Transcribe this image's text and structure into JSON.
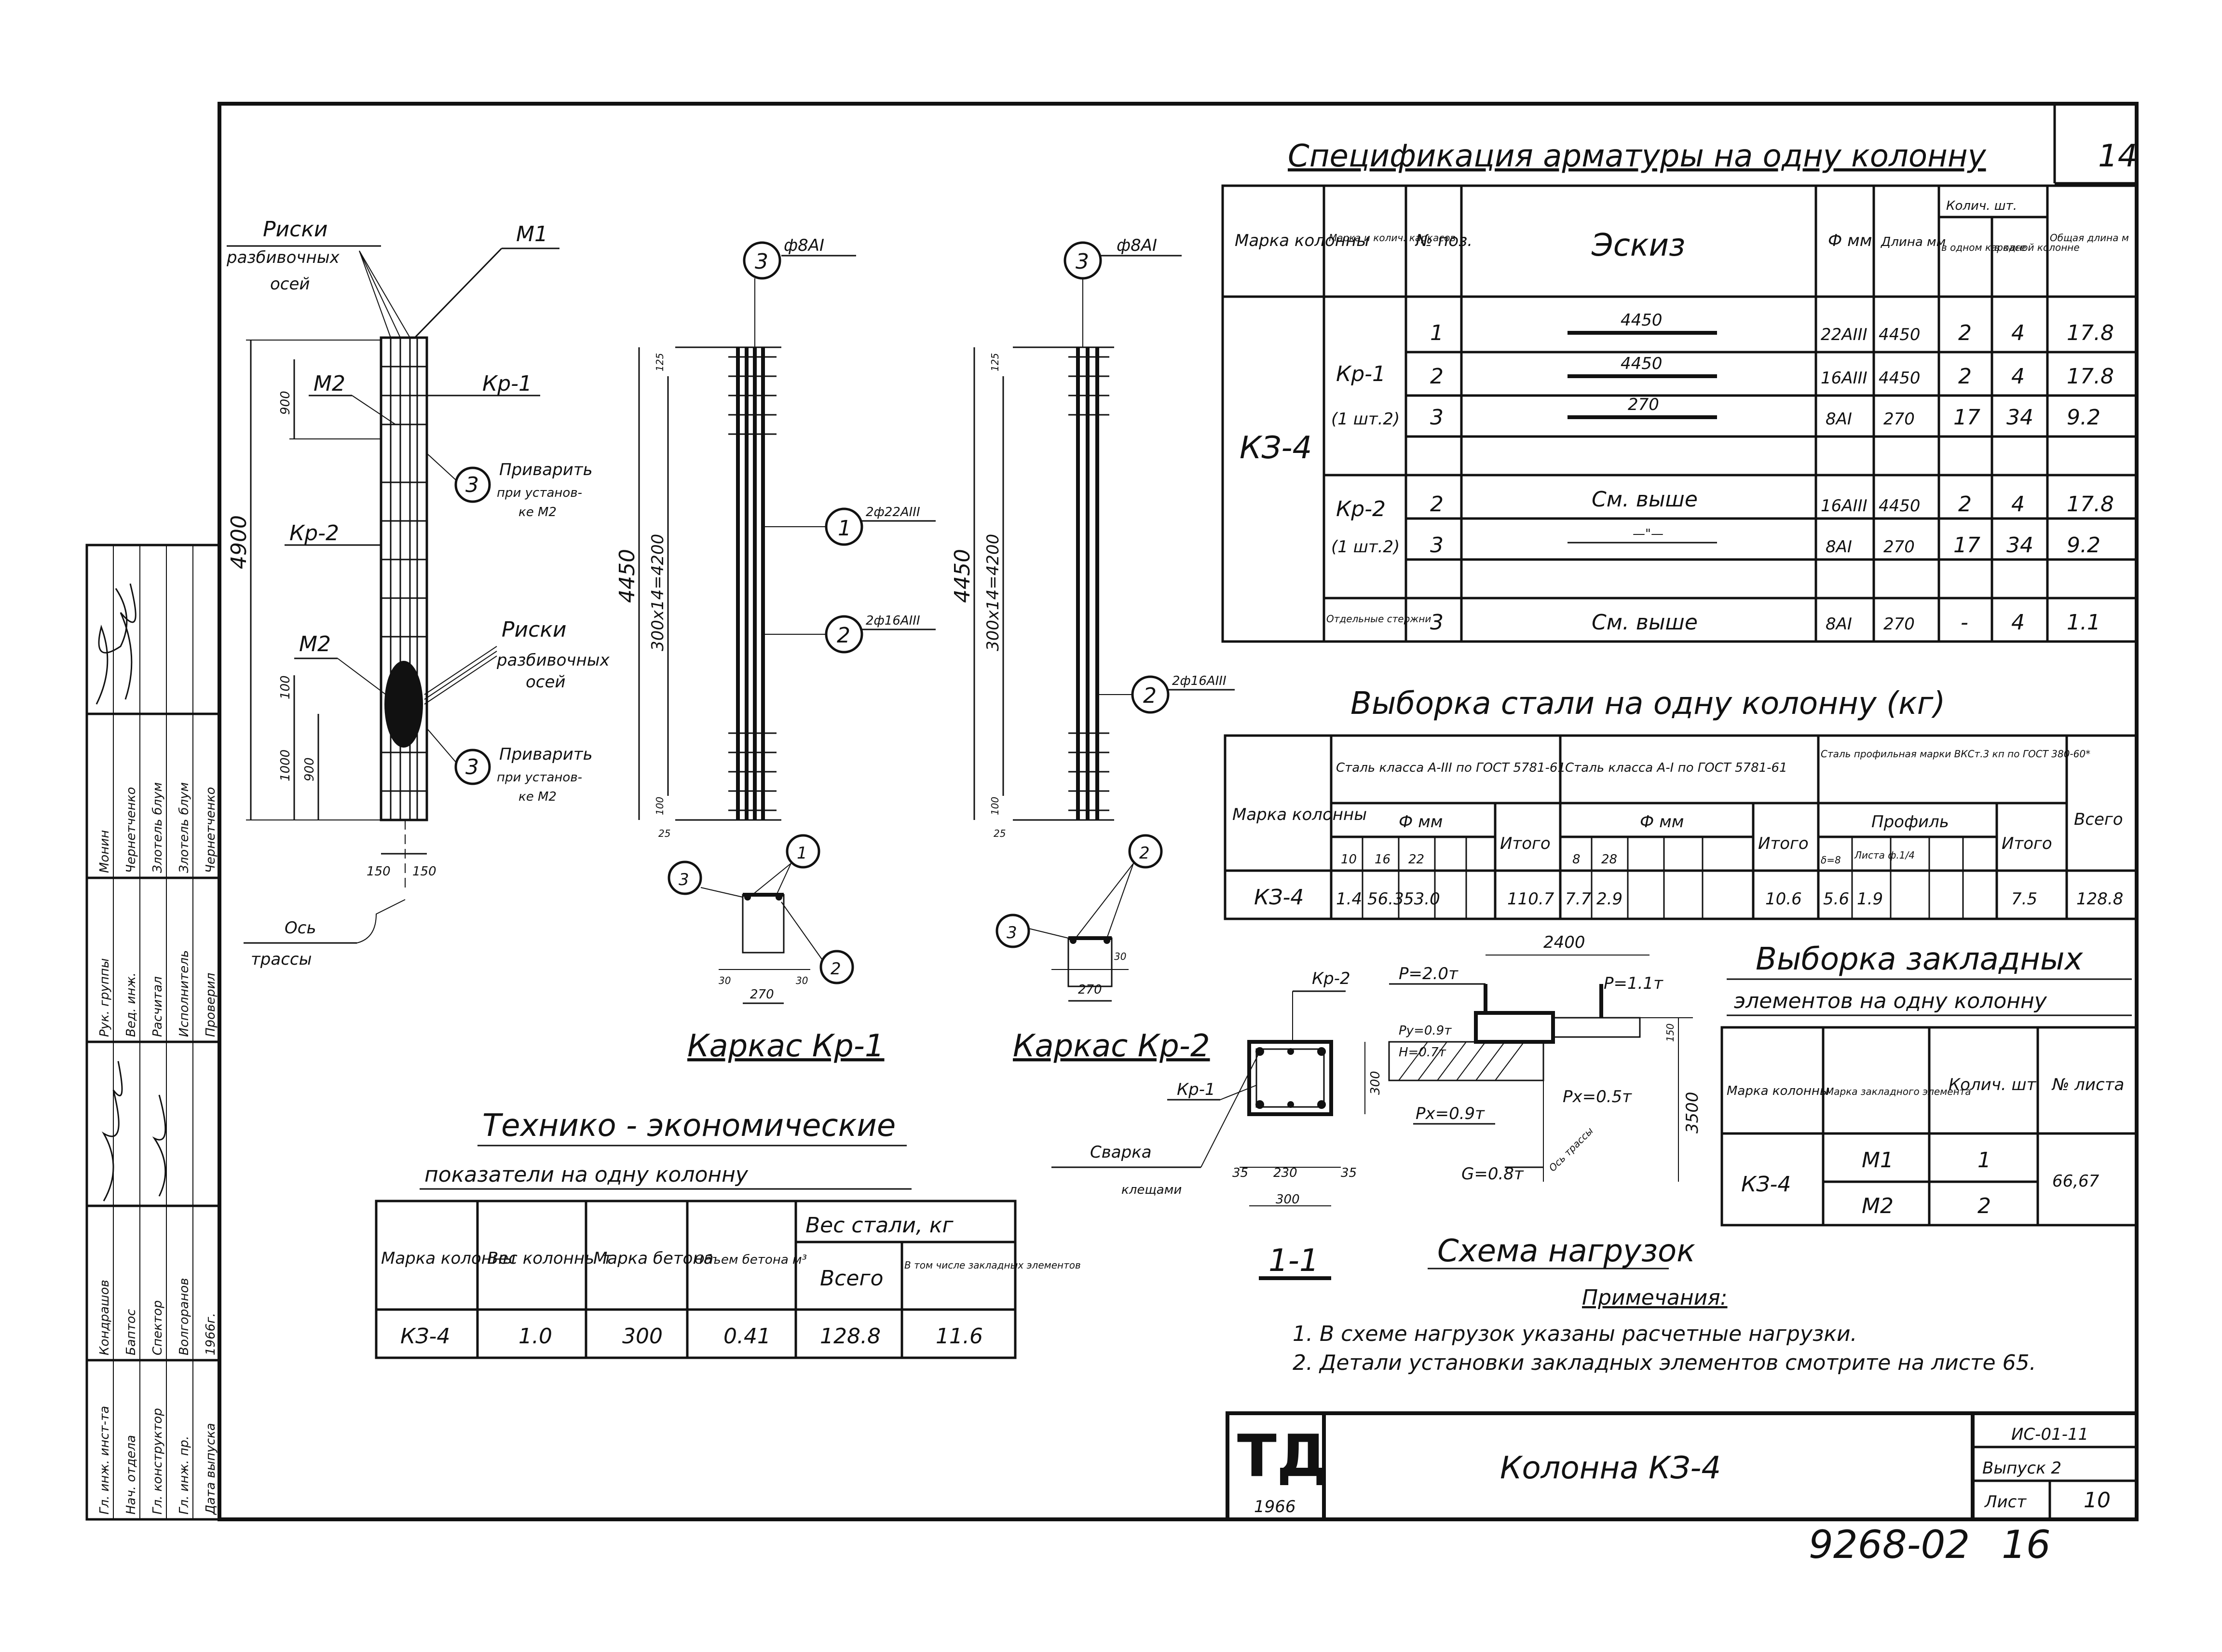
{
  "sheet": {
    "page_no": "14",
    "drawing_title": "Колонна КЗ-4",
    "series": "ИС-01-11",
    "issue": "Выпуск 2",
    "sheet_label": "Лист",
    "sheet_no": "10",
    "logo_text": "ТД",
    "logo_year": "1966",
    "archive_no": "9268-02",
    "archive_page": "16",
    "colors": {
      "ink": "#111111",
      "paper": "#ffffff"
    }
  },
  "title_block": {
    "roles": [
      "Гл. инж. инст-та",
      "Нач. отдела",
      "Гл. конструктор",
      "Гл. инж. пр.",
      "Дата выпуска",
      "Рук. группы",
      "Вед. инж.",
      "Расчитал",
      "Исполнитель",
      "Проверил"
    ],
    "names": [
      "Кондрашов",
      "Баптос",
      "Спектор",
      "Волгоранов",
      "",
      "Монин",
      "Чернетченко",
      "Злотель блум",
      "Злотель блум",
      "Чернетченко"
    ],
    "issue_year": "1966г."
  },
  "spec": {
    "title": "Спецификация арматуры на одну колонну",
    "headers": [
      "Марка колонны",
      "Марка и колич. каркасов",
      "№ поз.",
      "Эскиз",
      "Ф мм",
      "Длина мм",
      "Колич. шт.",
      "Общая длина м"
    ],
    "sub_headers": [
      "в одном каркасе",
      "в одной колонне"
    ],
    "column_mark": "КЗ-4",
    "groups": [
      {
        "frame": "Кр-1",
        "count": "(1 шт.2)",
        "rows": [
          {
            "pos": "1",
            "sketch": "4450",
            "dia": "22АIII",
            "length": "4450",
            "per_frame": "2",
            "per_col": "4",
            "total": "17.8"
          },
          {
            "pos": "2",
            "sketch": "4450",
            "dia": "16АIII",
            "length": "4450",
            "per_frame": "2",
            "per_col": "4",
            "total": "17.8"
          },
          {
            "pos": "3",
            "sketch": "270",
            "dia": "8АI",
            "length": "270",
            "per_frame": "17",
            "per_col": "34",
            "total": "9.2"
          }
        ]
      },
      {
        "frame": "Кр-2",
        "count": "(1 шт.2)",
        "rows": [
          {
            "pos": "2",
            "sketch": "См. выше",
            "dia": "16АIII",
            "length": "4450",
            "per_frame": "2",
            "per_col": "4",
            "total": "17.8"
          },
          {
            "pos": "3",
            "sketch": "—\"—",
            "dia": "8АI",
            "length": "270",
            "per_frame": "17",
            "per_col": "34",
            "total": "9.2"
          }
        ]
      },
      {
        "frame": "Отдельные стержни",
        "count": "",
        "rows": [
          {
            "pos": "3",
            "sketch": "См. выше",
            "dia": "8АI",
            "length": "270",
            "per_frame": "-",
            "per_col": "4",
            "total": "1.1"
          }
        ]
      }
    ]
  },
  "steel": {
    "title": "Выборка стали на одну колонну (кг)",
    "col_mark": "Марка колонны",
    "group_a3": "Сталь класса А-III по ГОСТ 5781-61",
    "group_a1": "Сталь класса А-I по ГОСТ 5781-61",
    "group_prof": "Сталь профильная марки ВКСт.3 кп по ГОСТ 380-60*",
    "dia_label": "Ф мм",
    "prof_label": "Профиль",
    "total_label": "Итого",
    "grand_label": "Всего",
    "a3_dias": [
      "10",
      "16",
      "22"
    ],
    "a1_dias": [
      "8",
      "28"
    ],
    "prof_types": [
      "δ=8",
      "Листа ф.1/4"
    ],
    "row": {
      "mark": "КЗ-4",
      "a3": [
        "1.4",
        "56.3",
        "53.0"
      ],
      "a3_total": "110.7",
      "a1": [
        "7.7",
        "2.9"
      ],
      "a1_total": "10.6",
      "prof": [
        "5.6",
        "1.9"
      ],
      "prof_total": "7.5",
      "grand": "128.8"
    }
  },
  "embed": {
    "title_1": "Выборка закладных",
    "title_2": "элементов на одну колонну",
    "headers": [
      "Марка колонны",
      "Марка закладного элемента",
      "Колич. шт.",
      "№ листа"
    ],
    "mark": "КЗ-4",
    "rows": [
      {
        "elem": "М1",
        "qty": "1"
      },
      {
        "elem": "М2",
        "qty": "2"
      }
    ],
    "sheets": "66,67"
  },
  "tech": {
    "title_1": "Технико - экономические",
    "title_2": "показатели на одну колонну",
    "headers": [
      "Марка колонны",
      "Вес колонны т",
      "Марка бетона",
      "Объем бетона м³",
      "Вес стали, кг"
    ],
    "steel_sub": [
      "Всего",
      "В том числе закладных элементов"
    ],
    "row": [
      "КЗ-4",
      "1.0",
      "300",
      "0.41",
      "128.8",
      "11.6"
    ]
  },
  "column_view": {
    "marks_label": [
      "Риски",
      "разбивочных",
      "осей"
    ],
    "m1": "М1",
    "m2a": "М2",
    "m2b": "М2",
    "kr1": "Кр-1",
    "kr2": "Кр-2",
    "weld_note": [
      "Приварить",
      "при установ-",
      "ке М2"
    ],
    "dims": [
      "4900",
      "900",
      "1000",
      "900",
      "100",
      "150",
      "150"
    ],
    "axis_label": [
      "Ось",
      "трассы"
    ]
  },
  "frame_kr1": {
    "title": "Каркас Кр-1",
    "bar3": "ф8АI",
    "bar1": "2ф22АIII",
    "bar2": "2ф16АIII",
    "dims": [
      "4450",
      "300х14=4200",
      "125",
      "100",
      "25"
    ],
    "section_dims": [
      "30",
      "270",
      "30"
    ]
  },
  "frame_kr2": {
    "title": "Каркас Кр-2",
    "bar3": "ф8АI",
    "bar2": "2ф16АIII",
    "dims": [
      "4450",
      "300х14=4200",
      "125",
      "100",
      "25"
    ],
    "section_dims": [
      "270",
      "30"
    ]
  },
  "section": {
    "title": "1-1",
    "kr2": "Кр-2",
    "kr1": "Кр-1",
    "weld": [
      "Сварка",
      "клещами"
    ],
    "dims": [
      "35",
      "230",
      "35",
      "300",
      "300"
    ]
  },
  "loads": {
    "title": "Схема нагрузок",
    "labels": [
      "Р=2.0т",
      "Р=1.1т",
      "Ру=0.9т",
      "Н=0.7т",
      "Рх=0.9т",
      "Рх=0.5т",
      "G=0.8т",
      "Ось трассы"
    ],
    "dims": [
      "2400",
      "150",
      "3500"
    ]
  },
  "notes": {
    "title": "Примечания:",
    "items": [
      "1. В схеме нагрузок указаны расчетные нагрузки.",
      "2. Детали установки закладных элементов смотрите на листе 65."
    ]
  }
}
